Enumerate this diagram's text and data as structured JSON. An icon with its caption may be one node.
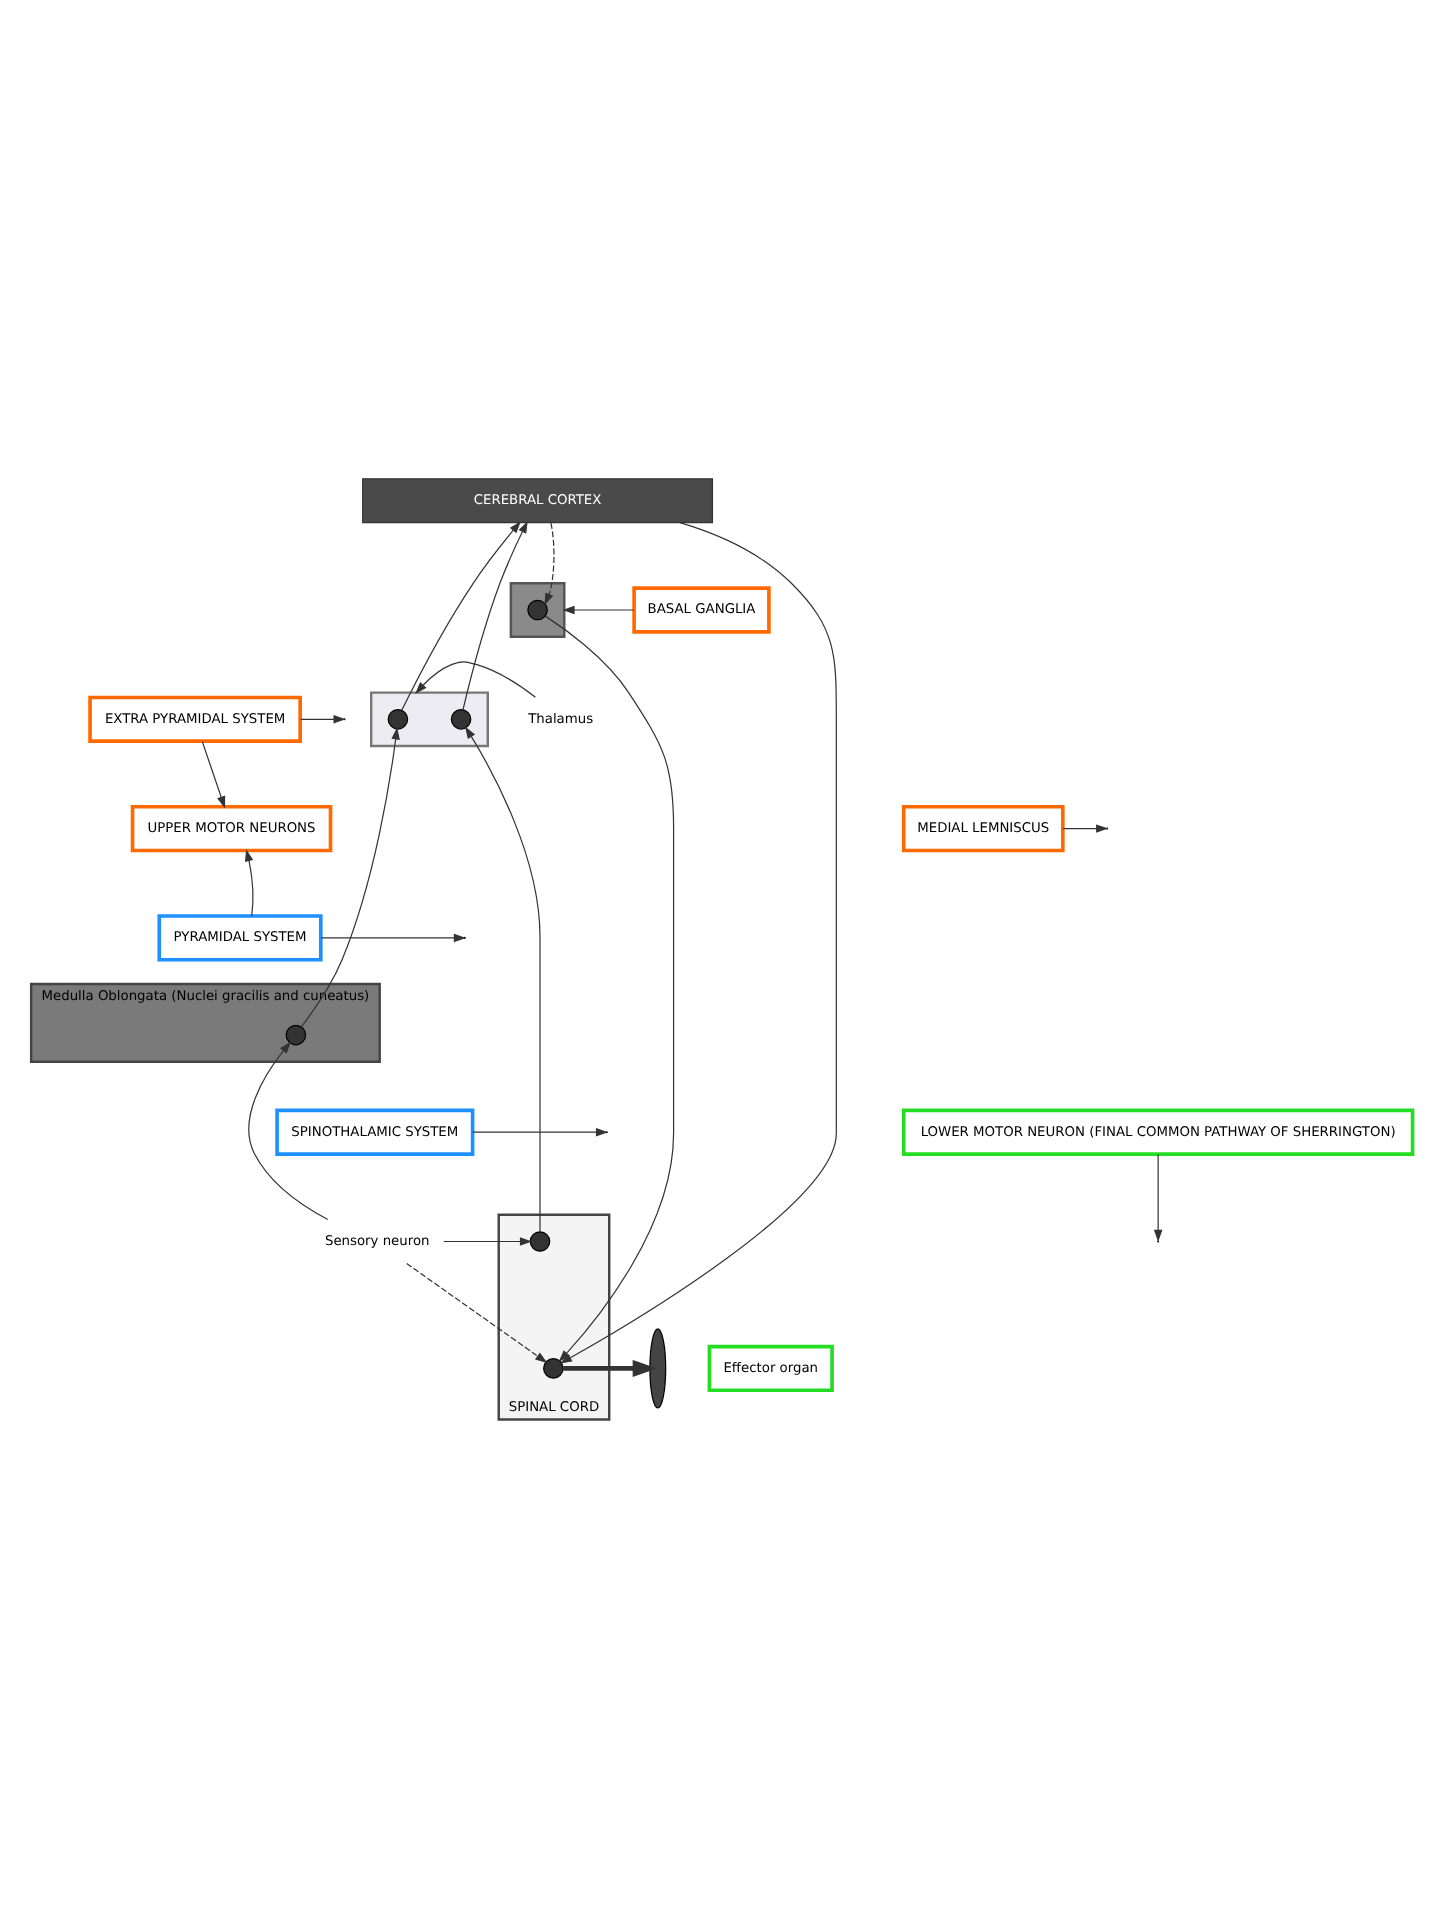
{
  "diagram": {
    "nodes": [
      {
        "text": [
          "CEREBRAL CORTEX"
        ]
      },
      {
        "text": [],
        "shape": "box"
      },
      {
        "text": [],
        "shape": "box"
      },
      {
        "text": [],
        "shape": "circle",
        "in": 2
      },
      {
        "text": [],
        "shape": "circle",
        "in": 2
      },
      {
        "text": [],
        "shape": "circle",
        "in": 1
      },
      {
        "text": [
          "BASAL GANGLIA"
        ]
      },
      {
        "text": [
          "Thalamus"
        ]
      },
      {
        "text": [
          "EXTRA PYRAMIDAL SYSTEM"
        ]
      },
      {
        "text": [
          "UPPER MOTOR NEURONS"
        ]
      },
      {
        "text": [
          "MEDIAL LEMNISCUS"
        ]
      },
      {
        "text": [
          "PYRAMIDAL SYSTEM"
        ]
      },
      {
        "text": [
          "Medulla Oblongata (Nuclei gracilis and cuneatus)"
        ]
      },
      {
        "text": [],
        "shape": "circle",
        "in": 12
      },
      {
        "text": [
          "SPINOTHALAMIC SYSTEM"
        ]
      },
      {
        "text": [
          "LOWER MOTOR NEURON (FINAL COMMON PATHWAY OF SHERRINGTON)"
        ]
      },
      {
        "text": [
          "SPINAL CORD"
        ]
      },
      {
        "text": [],
        "shape": "circle",
        "in": 16
      },
      {
        "text": [
          "Sensory neuron"
        ]
      },
      {
        "text": [],
        "shape": "circle",
        "in": 16
      },
      {
        "text": [],
        "shape": "ellipse"
      },
      {
        "text": [
          "Effector organ"
        ]
      }
    ],
    "edges": [
      {
        "from": 13,
        "to": 3,
        "arrow": "to"
      },
      {
        "from": 3,
        "to": 0,
        "arrow": "to"
      },
      {
        "from": 18,
        "to": 13,
        "arrow": "to"
      },
      {
        "from": 18,
        "to": 17,
        "arrow": "to"
      },
      {
        "from": 17,
        "to": 4,
        "arrow": "to"
      },
      {
        "from": 4,
        "to": 0,
        "arrow": "to"
      },
      {
        "from": 0,
        "to": 19,
        "arrow": "to"
      },
      {
        "from": 0,
        "to": 5,
        "arrow": "to",
        "style": "dashed"
      },
      {
        "from": 5,
        "to": 19,
        "arrow": "to"
      },
      {
        "from": 18,
        "to": 19,
        "arrow": "to",
        "style": "dashed"
      },
      {
        "from": 19,
        "to": 20,
        "arrow": "to",
        "style": "thick"
      },
      {
        "from": 7,
        "to": 2,
        "arrow": "to"
      },
      {
        "from": 6,
        "to": 1,
        "arrow": "to"
      },
      {
        "from": 8,
        "to": null,
        "arrow": "to"
      },
      {
        "from": 8,
        "to": 9,
        "arrow": "to"
      },
      {
        "from": 11,
        "to": 9,
        "arrow": "to"
      },
      {
        "from": 11,
        "to": null,
        "arrow": "to"
      },
      {
        "from": 10,
        "to": null,
        "arrow": "to"
      },
      {
        "from": 14,
        "to": null,
        "arrow": "to"
      },
      {
        "from": 15,
        "to": null,
        "arrow": "to"
      }
    ]
  }
}
